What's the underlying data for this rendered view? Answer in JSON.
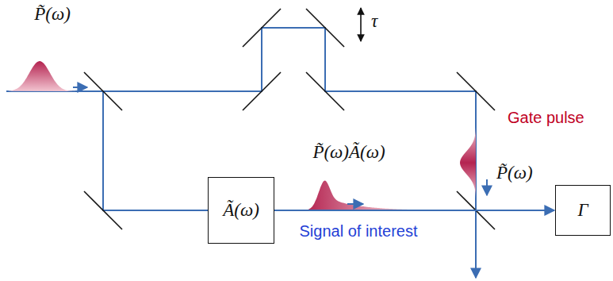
{
  "diagram": {
    "nodes": [
      {
        "text": [
          "Ã(ω)"
        ]
      },
      {
        "text": [
          "Γ"
        ]
      }
    ],
    "edges": [
      {
        "from": 0,
        "to": 1,
        "arrow": "to"
      }
    ],
    "labels": [
      "P̃(ω)",
      "τ",
      "P̃(ω)Ã(ω)",
      "Signal of interest",
      "Gate pulse",
      "P̃(ω)"
    ]
  }
}
